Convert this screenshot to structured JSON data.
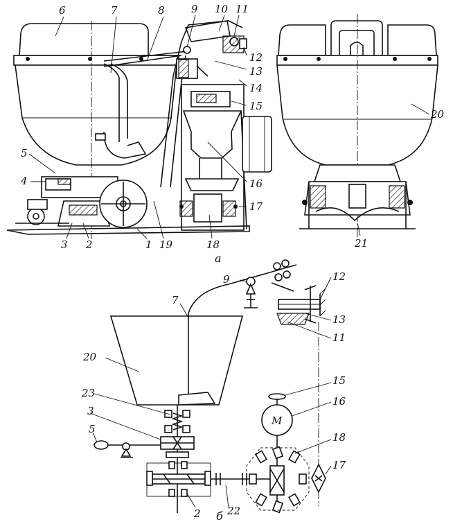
{
  "figure": {
    "view_a_caption": "а",
    "view_b_caption": "б",
    "motor_symbol": "M",
    "labels_view_a": [
      "1",
      "2",
      "3",
      "4",
      "5",
      "6",
      "7",
      "8",
      "9",
      "10",
      "11",
      "12",
      "13",
      "14",
      "15",
      "16",
      "17",
      "18",
      "19",
      "20",
      "21"
    ],
    "labels_view_b": [
      "2",
      "3",
      "5",
      "7",
      "9",
      "11",
      "12",
      "13",
      "15",
      "16",
      "17",
      "18",
      "20",
      "22",
      "23"
    ]
  }
}
